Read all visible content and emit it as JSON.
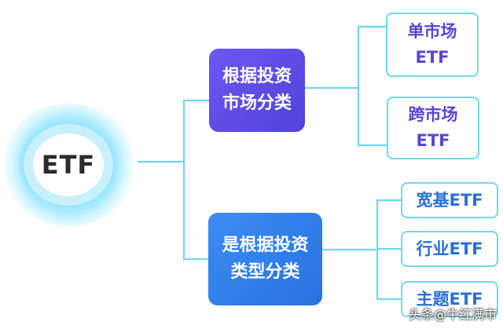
{
  "diagram": {
    "root": {
      "label": "ETF"
    },
    "branches": [
      {
        "label": "根据投资\n市场分类",
        "children": [
          {
            "label": "单市场\nETF"
          },
          {
            "label": "跨市场\nETF"
          }
        ]
      },
      {
        "label": "是根据投资\n类型分类",
        "children": [
          {
            "label": "宽基ETF"
          },
          {
            "label": "行业ETF"
          },
          {
            "label": "主题ETF"
          }
        ]
      }
    ]
  },
  "watermark": {
    "text": "头条@牛红满市"
  },
  "colors": {
    "connector": "#6fd8f0",
    "branch_market": "#5b4be3",
    "branch_type": "#2f7de8",
    "leaf_text_market": "#5a44d6",
    "leaf_text_type": "#2a6fd9",
    "root_glow": "#a0ebff"
  }
}
